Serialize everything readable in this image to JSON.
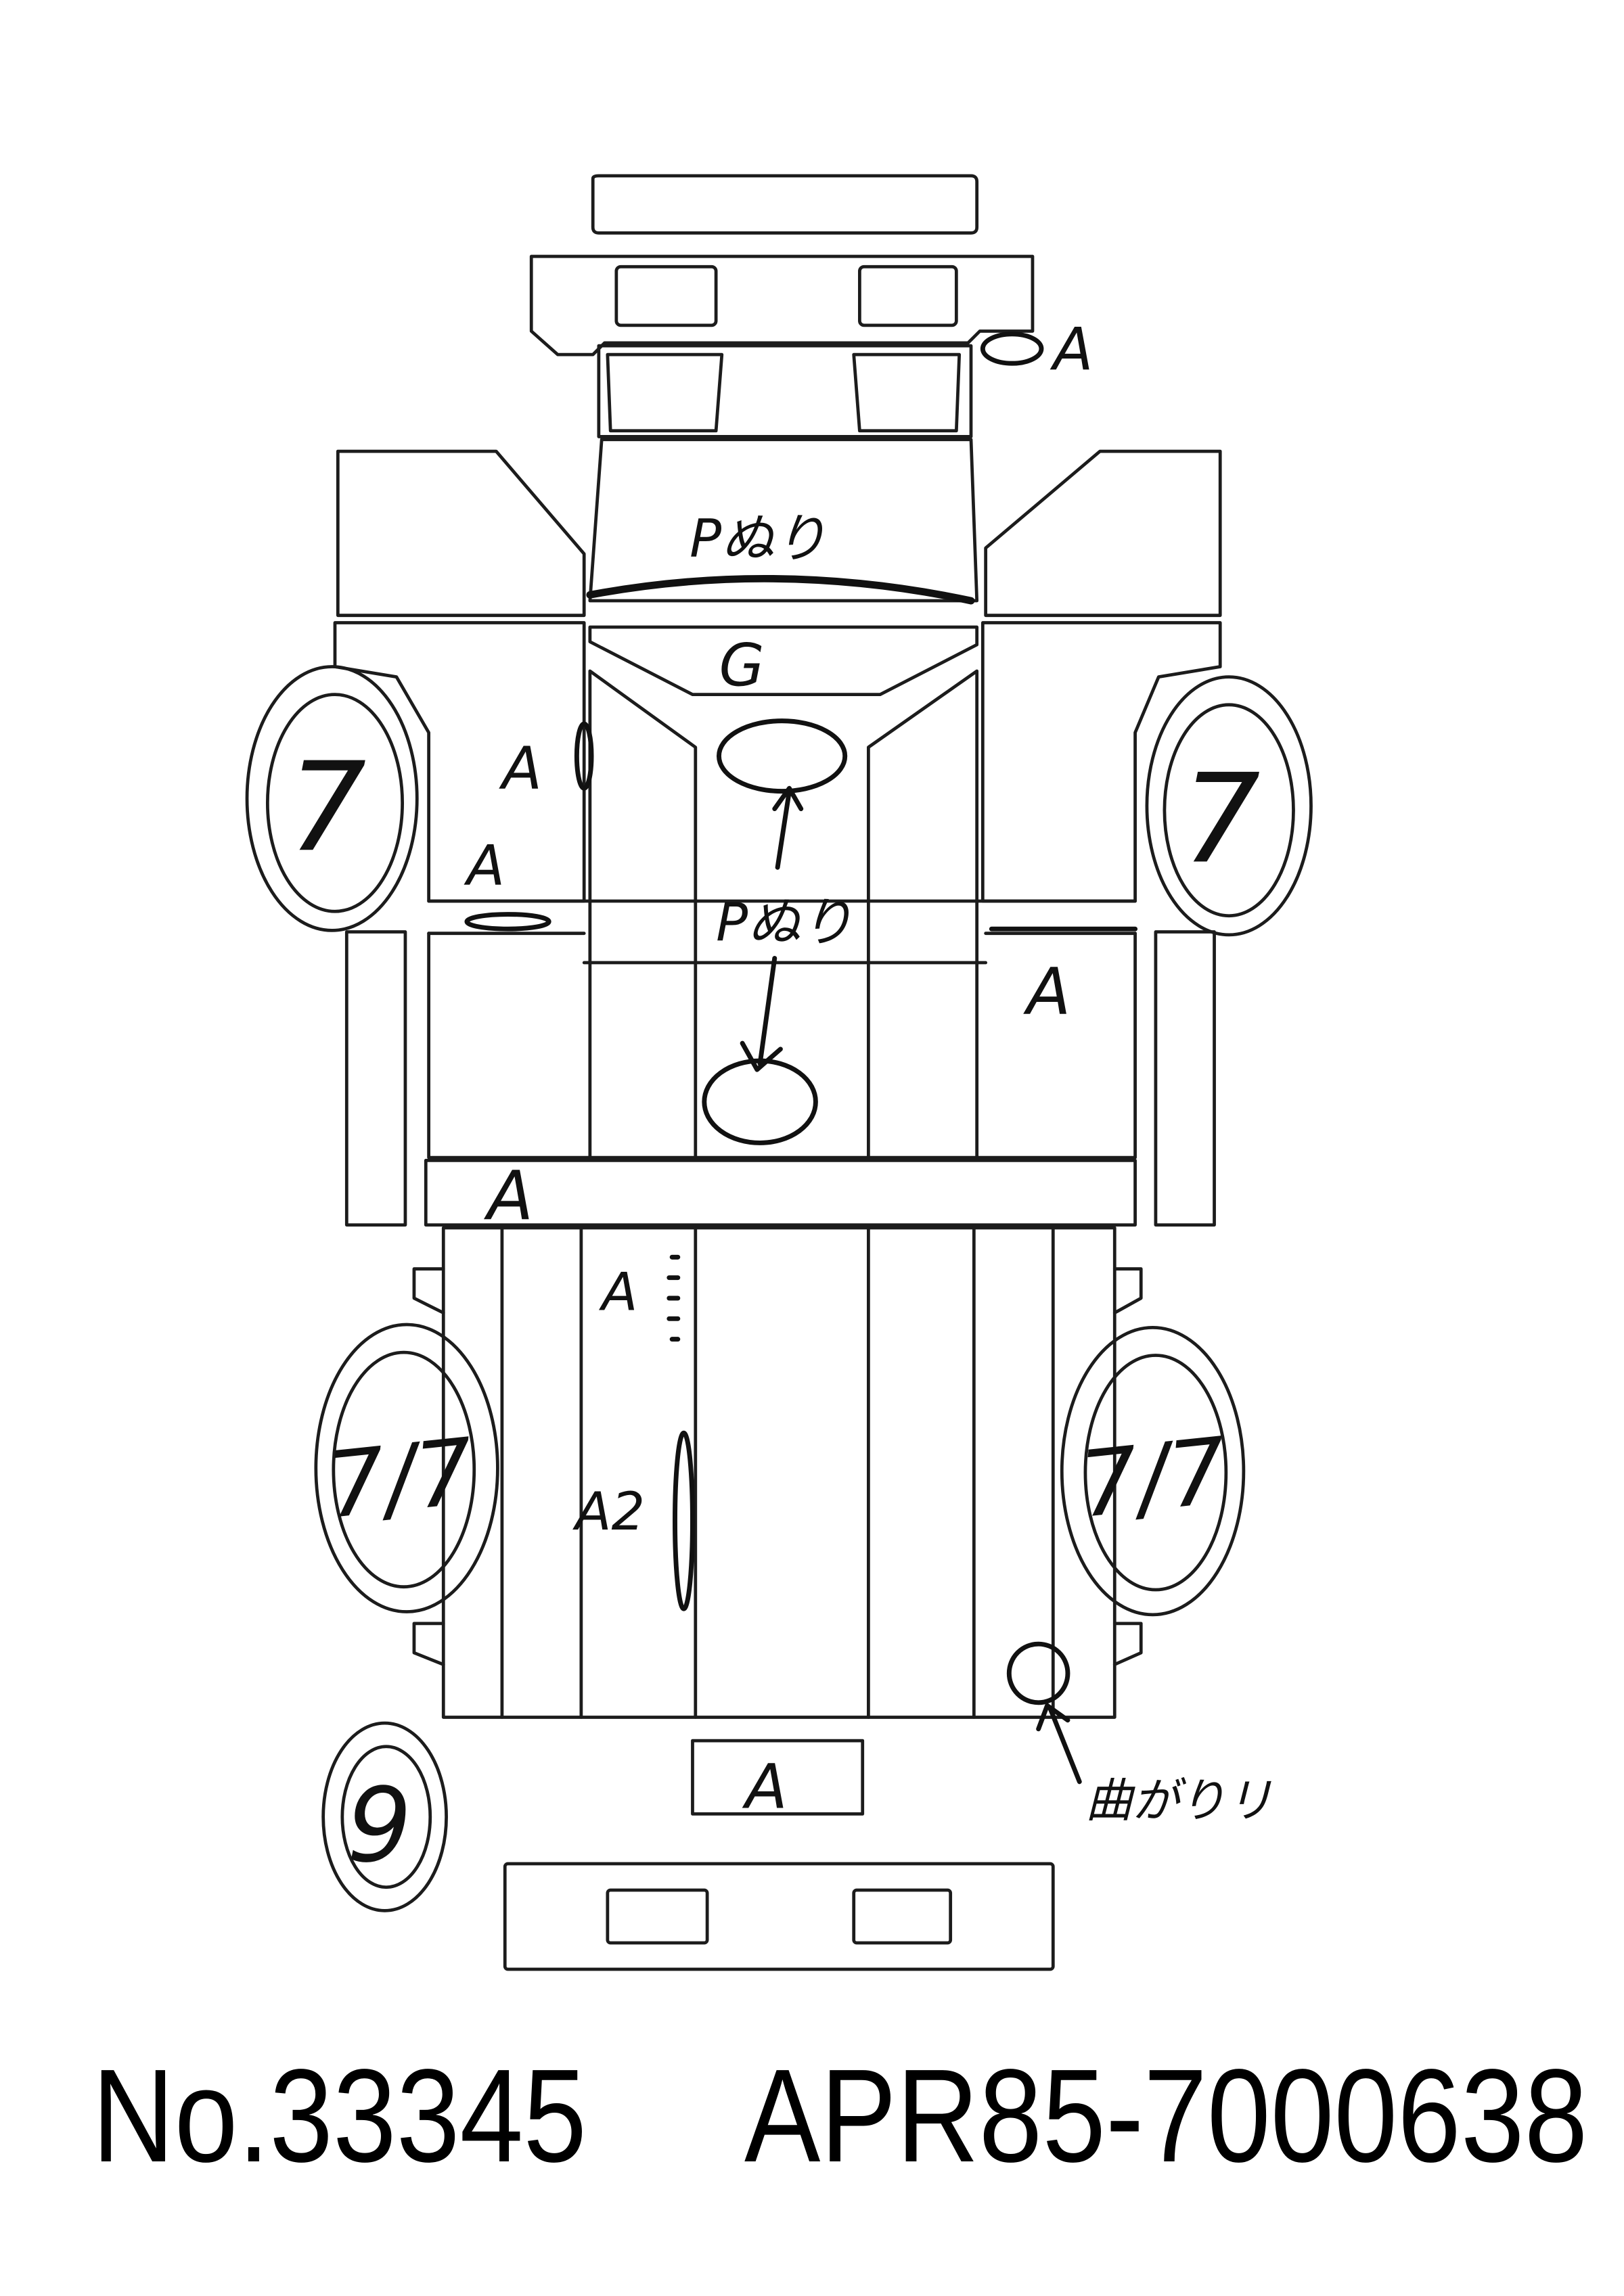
{
  "damage_marks": {
    "front_bumper": "A",
    "hood_paint": "Pぬり",
    "hood_glass": "G",
    "roof_paint": "Pぬり",
    "left_front_a": "A",
    "left_pillar": "A",
    "left_step": "A",
    "right_step": "A",
    "cab_rear": "A",
    "bed_side": "A",
    "bed_side_a2": "A2",
    "rear_center": "A",
    "bent": "曲がりリ",
    "wheel_front_left": "7",
    "wheel_front_right": "7",
    "wheel_rear_left": "7/7",
    "wheel_rear_right": "7/7",
    "spare_tire": "9"
  },
  "footer": {
    "stock_number": "No.33345",
    "chassis_number": "APR85-7000638"
  }
}
